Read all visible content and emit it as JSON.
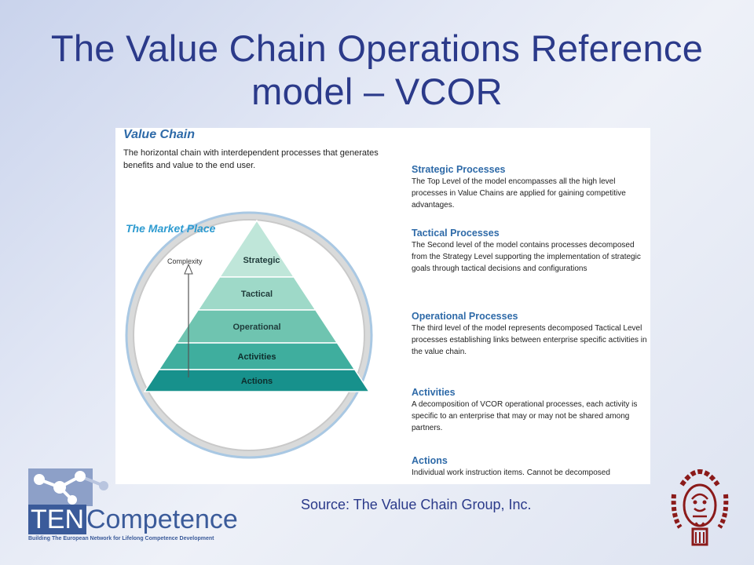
{
  "slide": {
    "title": "The Value Chain Operations Reference model – VCOR",
    "source": "Source: The Value Chain Group, Inc."
  },
  "figure": {
    "value_chain_title": "Value Chain",
    "value_chain_desc": "The horizontal chain with interdependent processes that generates benefits and value to the end user.",
    "market_place_title": "The Market Place",
    "complexity_label": "Complexity",
    "pyramid_levels": [
      "Strategic",
      "Tactical",
      "Operational",
      "Activities",
      "Actions"
    ],
    "pyramid_colors": [
      "#bfe6d9",
      "#9ed9c8",
      "#6fc4b0",
      "#3fae9e",
      "#17918c"
    ],
    "legend": [
      {
        "title": "Strategic Processes",
        "text": "The Top  Level of the model encompasses all the high level processes in Value Chains are applied for gaining competitive advantages."
      },
      {
        "title": "Tactical Processes",
        "text": "The Second level of the model contains processes decomposed from the Strategy Level supporting the implementation of strategic goals through tactical decisions and configurations"
      },
      {
        "title": "Operational Processes",
        "text": "The third level of the model represents decomposed Tactical Level processes establishing links between enterprise specific activities in the value chain."
      },
      {
        "title": "Activities",
        "text": "A decomposition of VCOR operational processes, each activity is specific to an enterprise that may or may not be shared among partners."
      },
      {
        "title": "Actions",
        "text": "Individual work instruction items. Cannot be decomposed"
      }
    ]
  },
  "logo": {
    "ten": "TEN",
    "competence": "Competence",
    "tagline": "Building The European Network for Lifelong Competence Development"
  }
}
